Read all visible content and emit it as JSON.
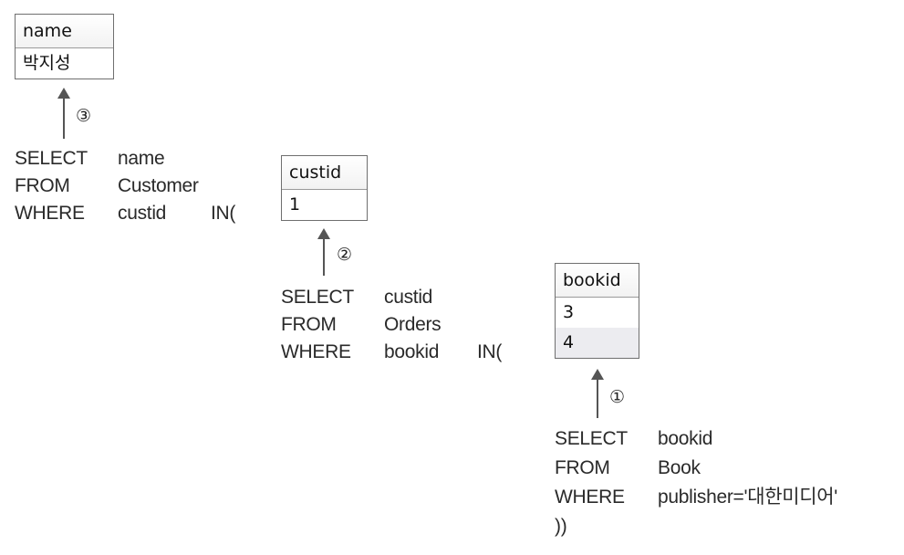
{
  "results": {
    "outer": {
      "header": "name",
      "rows": [
        "박지성"
      ]
    },
    "middle": {
      "header": "custid",
      "rows": [
        "1"
      ]
    },
    "inner": {
      "header": "bookid",
      "rows": [
        "3",
        "4"
      ]
    }
  },
  "steps": {
    "outer": "③",
    "middle": "②",
    "inner": "①"
  },
  "queries": {
    "outer": {
      "select_kw": "SELECT",
      "select_arg": "name",
      "from_kw": "FROM",
      "from_arg": "Customer",
      "where_kw": "WHERE",
      "where_arg": "custid",
      "where_op": "IN("
    },
    "middle": {
      "select_kw": "SELECT",
      "select_arg": "custid",
      "from_kw": "FROM",
      "from_arg": "Orders",
      "where_kw": "WHERE",
      "where_arg": "bookid",
      "where_op": "IN("
    },
    "inner": {
      "select_kw": "SELECT",
      "select_arg": "bookid",
      "from_kw": "FROM",
      "from_arg": "Book",
      "where_kw": "WHERE",
      "where_arg": "publisher='대한미디어'",
      "closing": "))"
    }
  },
  "colors": {
    "arrow": "#555555",
    "border": "#6f6f6f",
    "alt_row": "#ececf0"
  }
}
